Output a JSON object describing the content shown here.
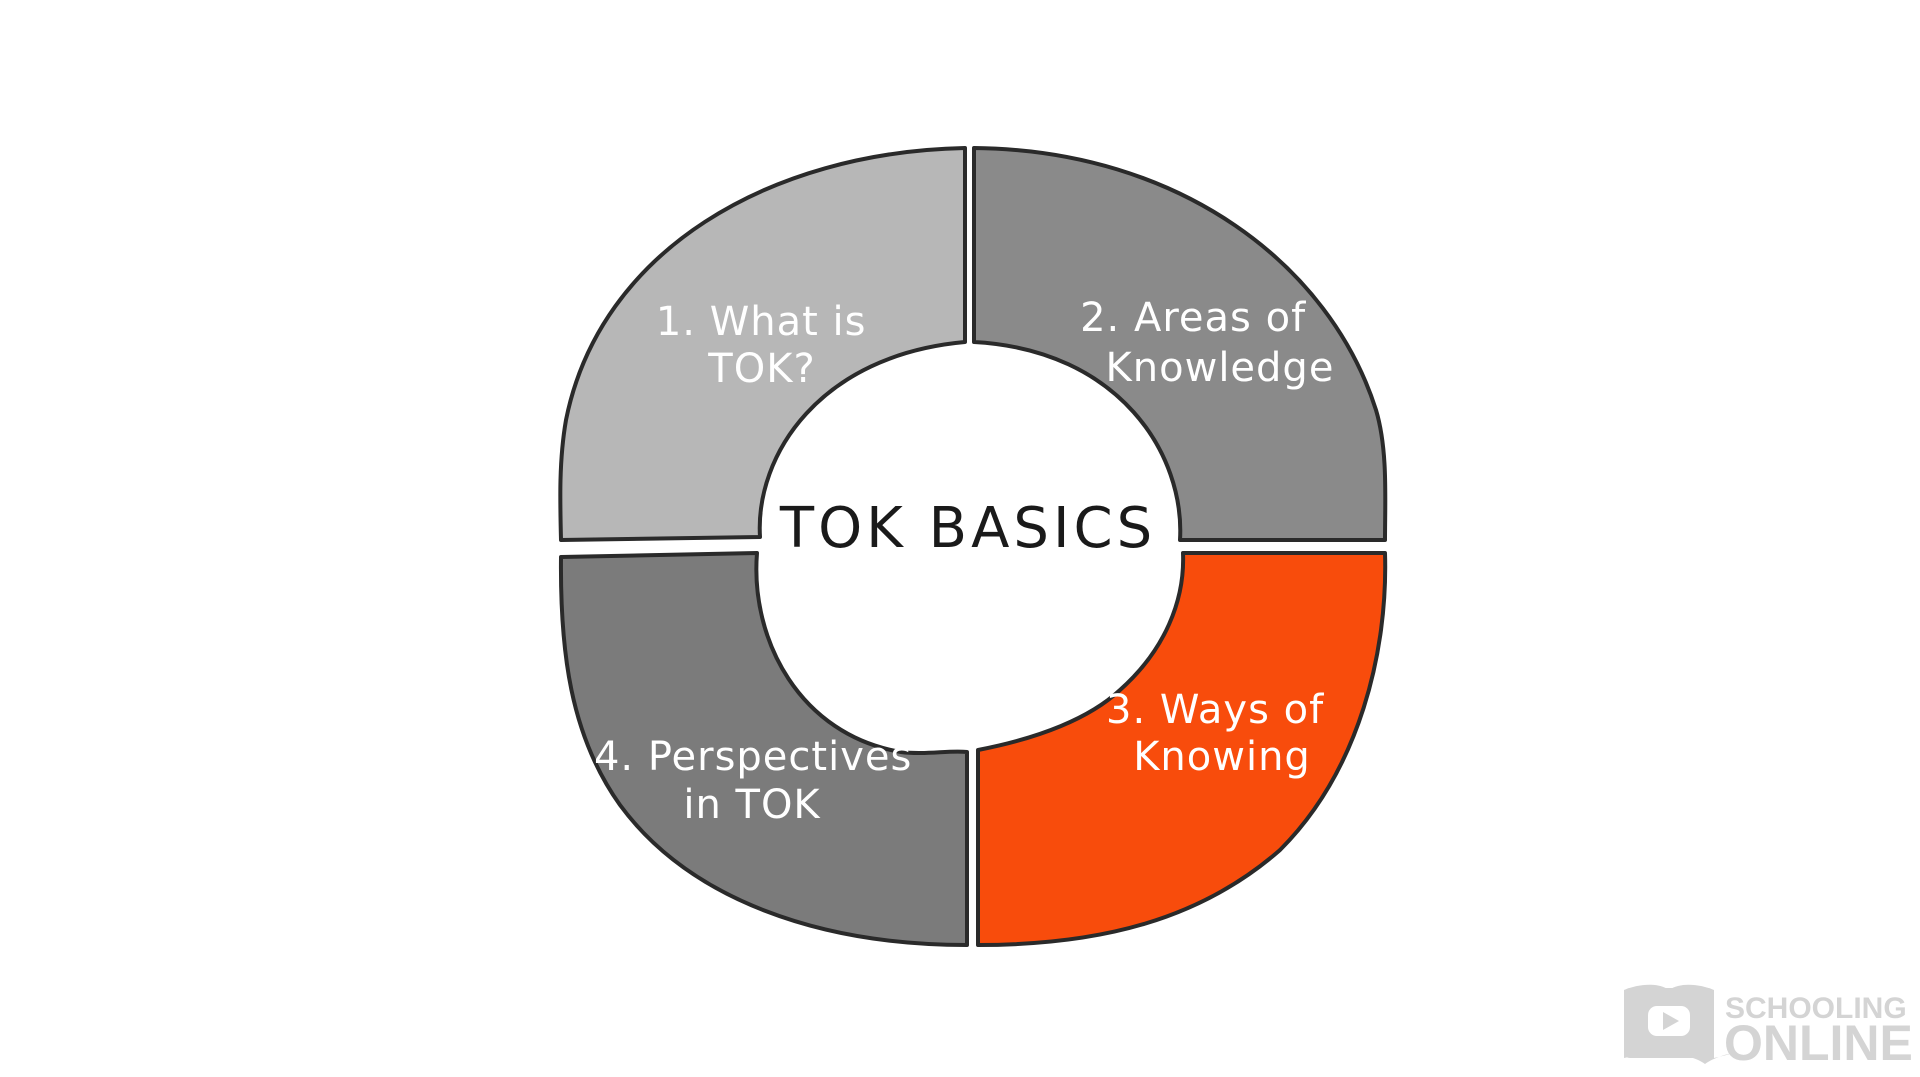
{
  "diagram": {
    "center_title": "TOK BASICS",
    "segments": [
      {
        "id": "what-is-tok",
        "lines": [
          "1. What is",
          "TOK?"
        ],
        "color": "#b7b7b7"
      },
      {
        "id": "areas-of-knowledge",
        "lines": [
          "2. Areas of",
          "Knowledge"
        ],
        "color": "#8a8a8a"
      },
      {
        "id": "ways-of-knowing",
        "lines": [
          "3. Ways of",
          "Knowing"
        ],
        "color": "#f84c0c"
      },
      {
        "id": "perspectives-in-tok",
        "lines": [
          "4. Perspectives",
          "in TOK"
        ],
        "color": "#7b7b7b"
      }
    ],
    "stroke_color": "#2a2a2a"
  },
  "logo": {
    "line1": "SCHOOLING",
    "line2": "ONLINE",
    "color": "#d4d4d4",
    "icon": "play-book-icon"
  }
}
